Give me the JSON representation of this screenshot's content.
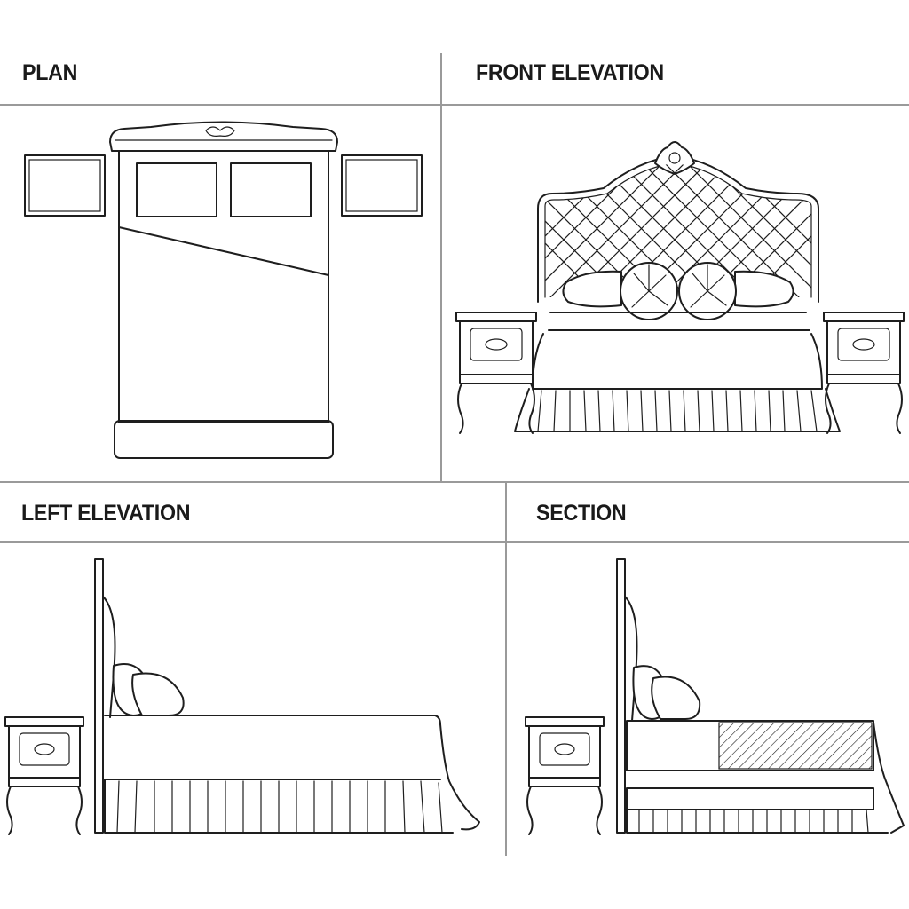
{
  "panels": {
    "plan": {
      "title": "PLAN"
    },
    "front_elevation": {
      "title": "FRONT ELEVATION"
    },
    "left_elevation": {
      "title": "LEFT ELEVATION"
    },
    "section": {
      "title": "SECTION"
    }
  },
  "colors": {
    "line": "#1e1e1e",
    "divider": "#9a9a9a",
    "background": "#ffffff"
  }
}
